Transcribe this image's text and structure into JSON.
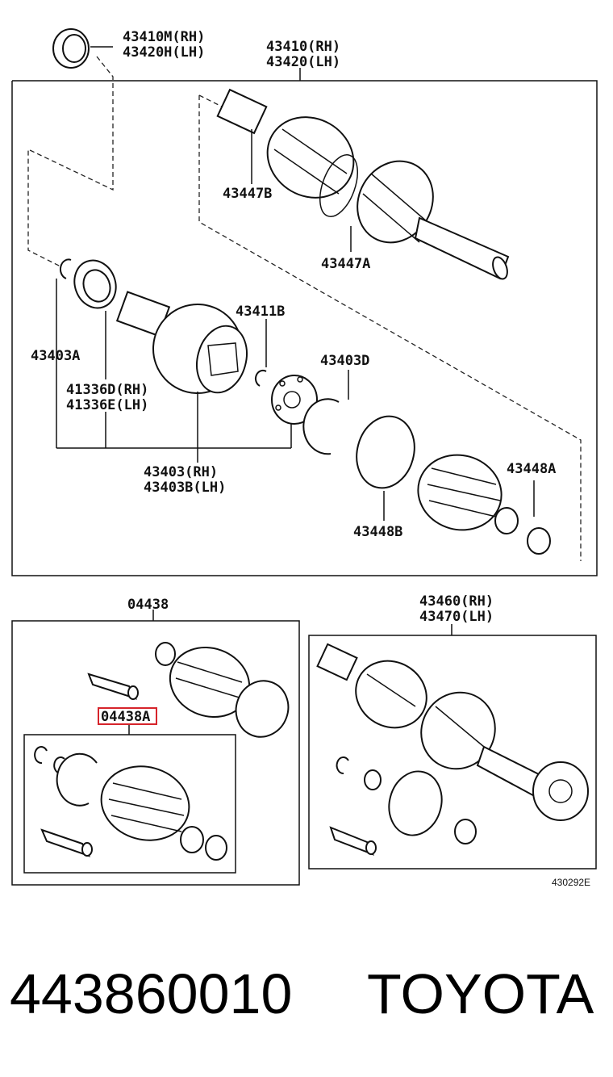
{
  "labels": {
    "p43410M": "43410M(RH)",
    "p43420H": "43420H(LH)",
    "p43410": "43410(RH)",
    "p43420": "43420(LH)",
    "p43447B": "43447B",
    "p43447A": "43447A",
    "p43411B": "43411B",
    "p43403A": "43403A",
    "p43403D": "43403D",
    "p41336D": "41336D(RH)",
    "p41336E": "41336E(LH)",
    "p43403": "43403(RH)",
    "p43403B": "43403B(LH)",
    "p43448A": "43448A",
    "p43448B": "43448B",
    "p04438": "04438",
    "p04438A": "04438A",
    "p43460": "43460(RH)",
    "p43470": "43470(LH)"
  },
  "diagram_ref": "430292E",
  "footer": {
    "part_number": "443860010",
    "brand": "TOYOTA"
  },
  "highlight_color": "#d6242b"
}
